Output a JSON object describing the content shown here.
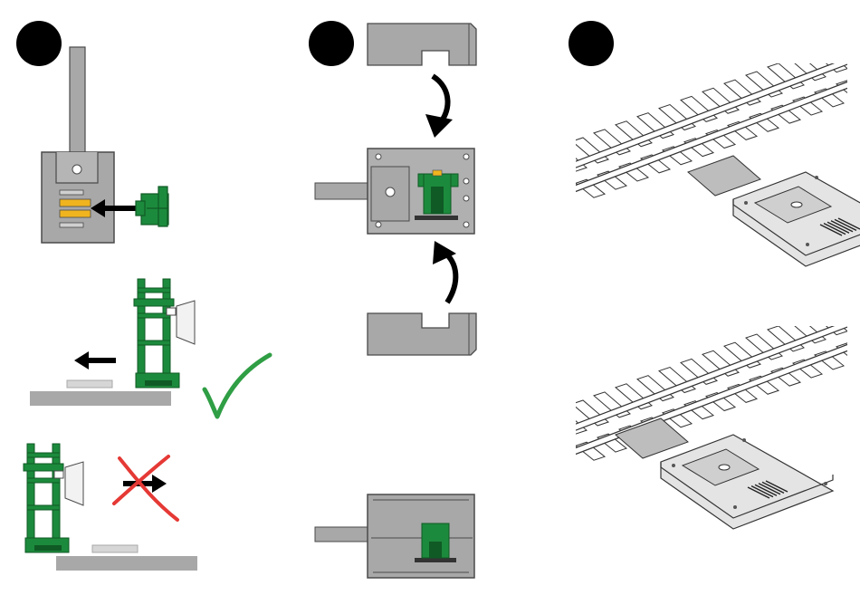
{
  "steps": [
    {
      "id": 1,
      "label": ""
    },
    {
      "id": 2,
      "label": ""
    },
    {
      "id": 3,
      "label": ""
    }
  ],
  "colors": {
    "badge": "#000000",
    "gray": "#a8a8a8",
    "gray_dark": "#4a4a4a",
    "green": "#1c8a3c",
    "green_dark": "#0f5a25",
    "yellow": "#f0b41e",
    "check": "#2f9e44",
    "cross": "#e53935",
    "track": "#d9d9d9"
  },
  "icons": {
    "correct": "check-icon",
    "wrong": "cross-icon",
    "push": "arrow-left-icon",
    "rotate": "curved-arrow-icon"
  }
}
